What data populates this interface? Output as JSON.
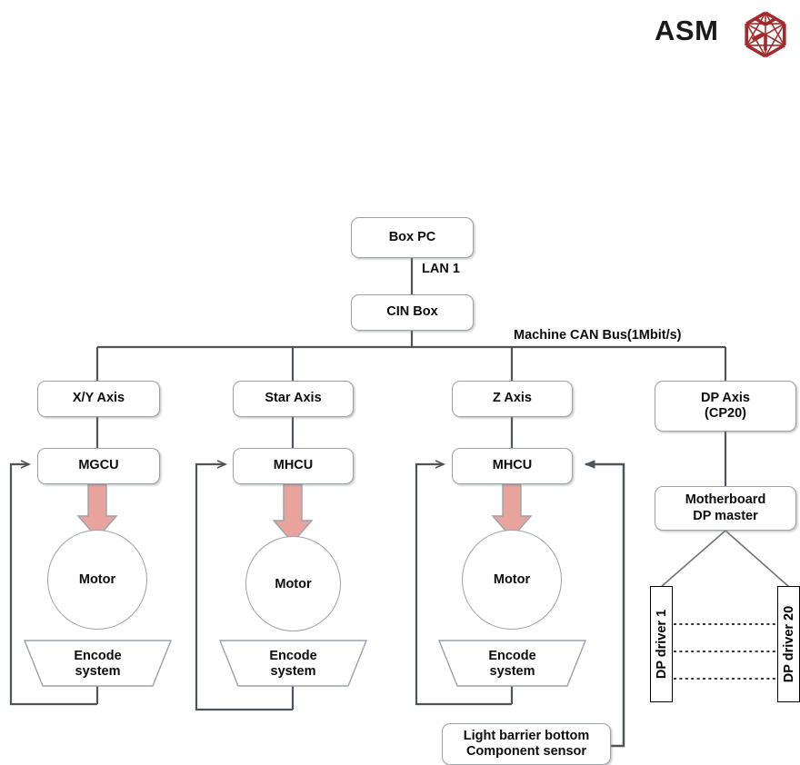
{
  "brand": {
    "name": "ASM",
    "logo_icon": "asm-hexagon-logo-icon",
    "logo_color": "#A32B2B"
  },
  "diagram": {
    "type": "block-diagram",
    "title": "",
    "colors": {
      "box_border": "#9aa3a8",
      "wire": "#4d555a",
      "motor_arrow_fill": "#E8A49C",
      "motor_arrow_border": "#9aa3a8",
      "driver_box_border": "#000000",
      "text": "#0d0d0d"
    },
    "nodes": {
      "box_pc": "Box PC",
      "cin_box": "CIN Box",
      "xy_axis": "X/Y Axis",
      "star_axis": "Star Axis",
      "z_axis": "Z Axis",
      "dp_axis_line1": "DP Axis",
      "dp_axis_line2": "(CP20)",
      "mgcu": "MGCU",
      "mhcu_star": "MHCU",
      "mhcu_z": "MHCU",
      "motherboard_line1": "Motherboard",
      "motherboard_line2": "DP master",
      "motor_xy": "Motor",
      "motor_star": "Motor",
      "motor_z": "Motor",
      "encoder_xy_line1": "Encode",
      "encoder_xy_line2": "system",
      "encoder_star_line1": "Encode",
      "encoder_star_line2": "system",
      "encoder_z_line1": "Encode",
      "encoder_z_line2": "system",
      "dp_driver_1": "DP driver 1",
      "dp_driver_20": "DP driver 20",
      "light_barrier_line1": "Light barrier bottom",
      "light_barrier_line2": "Component sensor"
    },
    "edge_labels": {
      "lan1": "LAN 1",
      "can_bus": "Machine CAN Bus(1Mbit/s)"
    }
  }
}
